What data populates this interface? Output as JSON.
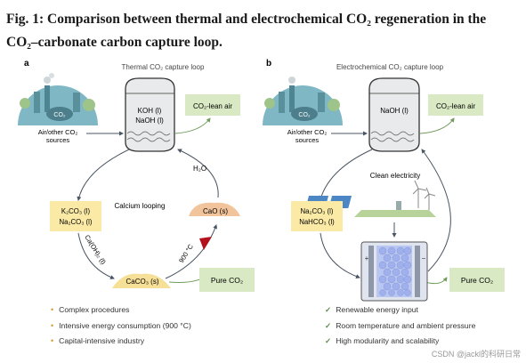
{
  "figure": {
    "title_line1": "Fig. 1: Comparison between thermal and electrochemical CO₂ regeneration in the",
    "title_line2": "CO₂–carbonate carbon capture loop."
  },
  "panel_a": {
    "label": "a",
    "heading": "Thermal CO₂ capture loop",
    "source": "Air/other CO₂ sources",
    "source_line1": "Air/other CO₂",
    "source_line2": "sources",
    "reactor_line1": "KOH (l)",
    "reactor_line2": "NaOH (l)",
    "lean_air": "CO₂-lean air",
    "water": "H₂O",
    "cao": "CaO (s)",
    "calcium_looping": "Calcium looping",
    "carbonates_line1": "K₂CO₃ (l)",
    "carbonates_line2": "Na₂CO₃ (l)",
    "caoh2": "Ca(OH)₂ (l)",
    "caco3": "CaCO₃ (s)",
    "temperature": "900 °C",
    "pure_co2": "Pure CO₂",
    "co2_badge": "CO₂",
    "bullets": [
      "Complex procedures",
      "Intensive energy consumption (900 °C)",
      "Capital-intensive industry"
    ]
  },
  "panel_b": {
    "label": "b",
    "heading": "Electrochemical CO₂ capture loop",
    "source_line1": "Air/other CO₂",
    "source_line2": "sources",
    "reactor": "NaOH (l)",
    "lean_air": "CO₂-lean air",
    "clean_electricity": "Clean electricity",
    "carbonates_line1": "Na₂CO₃ (l)",
    "carbonates_line2": "NaHCO₃ (l)",
    "pure_co2": "Pure CO₂",
    "co2_badge": "CO₂",
    "plus": "+",
    "minus": "−",
    "bullets": [
      "Renewable energy input",
      "Room temperature and ambient pressure",
      "High modularity and scalability"
    ]
  },
  "watermark": "CSDN @jackl的科研日常",
  "colors": {
    "yellow_box": "#fbeaa6",
    "green_box": "#d8e9c4",
    "green_arrow": "#6f9c5a",
    "reactor_fill": "#e9eaec",
    "cao_fill": "#f2c49c",
    "caco3_fill": "#f6df96",
    "heat_red": "#b3121c",
    "bullet_orange": "#d49a2a"
  }
}
